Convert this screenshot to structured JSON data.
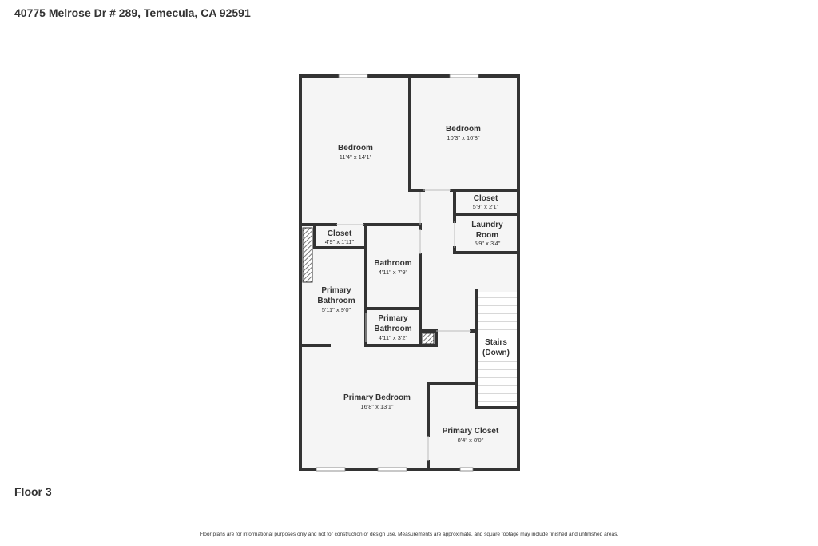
{
  "header": {
    "address": "40775 Melrose Dr # 289, Temecula, CA 92591"
  },
  "floor": {
    "label": "Floor 3"
  },
  "footer": {
    "disclaimer": "Floor plans are for informational purposes only and not for construction or design use. Measurements are approximate, and square footage may include finished and unfinished areas."
  },
  "rooms": {
    "bedroom_left": {
      "name": "Bedroom",
      "dims": "11'4\" x 14'1\""
    },
    "bedroom_right": {
      "name": "Bedroom",
      "dims": "10'3\" x 10'8\""
    },
    "closet_right": {
      "name": "Closet",
      "dims": "5'9\" x 2'1\""
    },
    "laundry": {
      "name_line1": "Laundry",
      "name_line2": "Room",
      "dims": "5'9\" x 3'4\""
    },
    "closet_left": {
      "name": "Closet",
      "dims": "4'9\" x 1'11\""
    },
    "bathroom": {
      "name": "Bathroom",
      "dims": "4'11\" x 7'9\""
    },
    "primary_bathroom": {
      "name_line1": "Primary",
      "name_line2": "Bathroom",
      "dims": "5'11\" x 9'0\""
    },
    "primary_bathroom_small": {
      "name_line1": "Primary",
      "name_line2": "Bathroom",
      "dims": "4'11\" x 3'2\""
    },
    "stairs": {
      "name_line1": "Stairs",
      "name_line2": "(Down)"
    },
    "primary_bedroom": {
      "name": "Primary Bedroom",
      "dims": "16'8\" x 13'1\""
    },
    "primary_closet": {
      "name": "Primary Closet",
      "dims": "8'4\" x 8'0\""
    }
  },
  "colors": {
    "wall": "#333333",
    "floor": "#f5f5f5",
    "window": "#ffffff"
  }
}
